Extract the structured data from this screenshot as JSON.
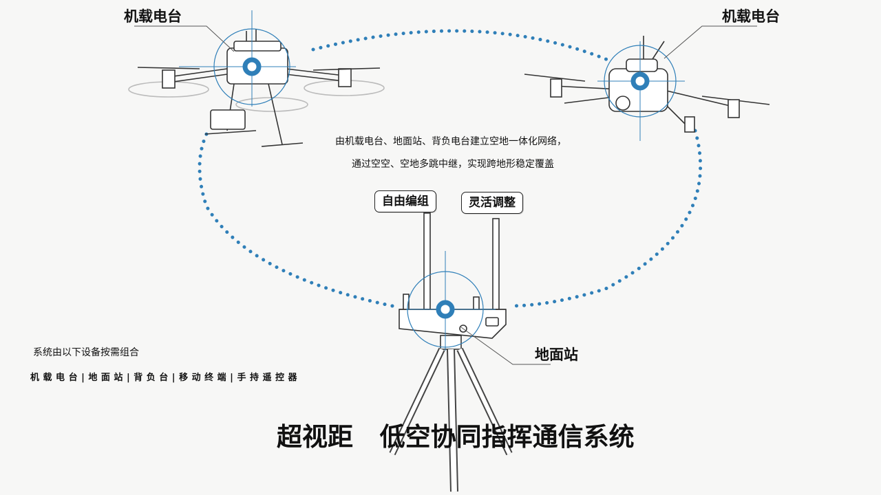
{
  "labels": {
    "airborne_left": "机载电台",
    "airborne_right": "机载电台",
    "ground_station": "地面站"
  },
  "description": {
    "line1": "由机载电台、地面站、背负电台建立空地一体化网络，",
    "line2": "通过空空、空地多跳中继，实现跨地形稳定覆盖"
  },
  "tags": {
    "free_networking": "自由编组",
    "flexible_adjust": "灵活调整"
  },
  "system_info": {
    "intro": "系统由以下设备按需组合",
    "devices": "机 载 电 台 | 地 面 站 | 背 负 台 | 移 动 终 端 | 手 持 遥 控 器"
  },
  "title": "超视距   低空协同指挥通信系统",
  "colors": {
    "accent": "#2f7fb8",
    "line": "#333333",
    "background": "#f7f7f6"
  }
}
